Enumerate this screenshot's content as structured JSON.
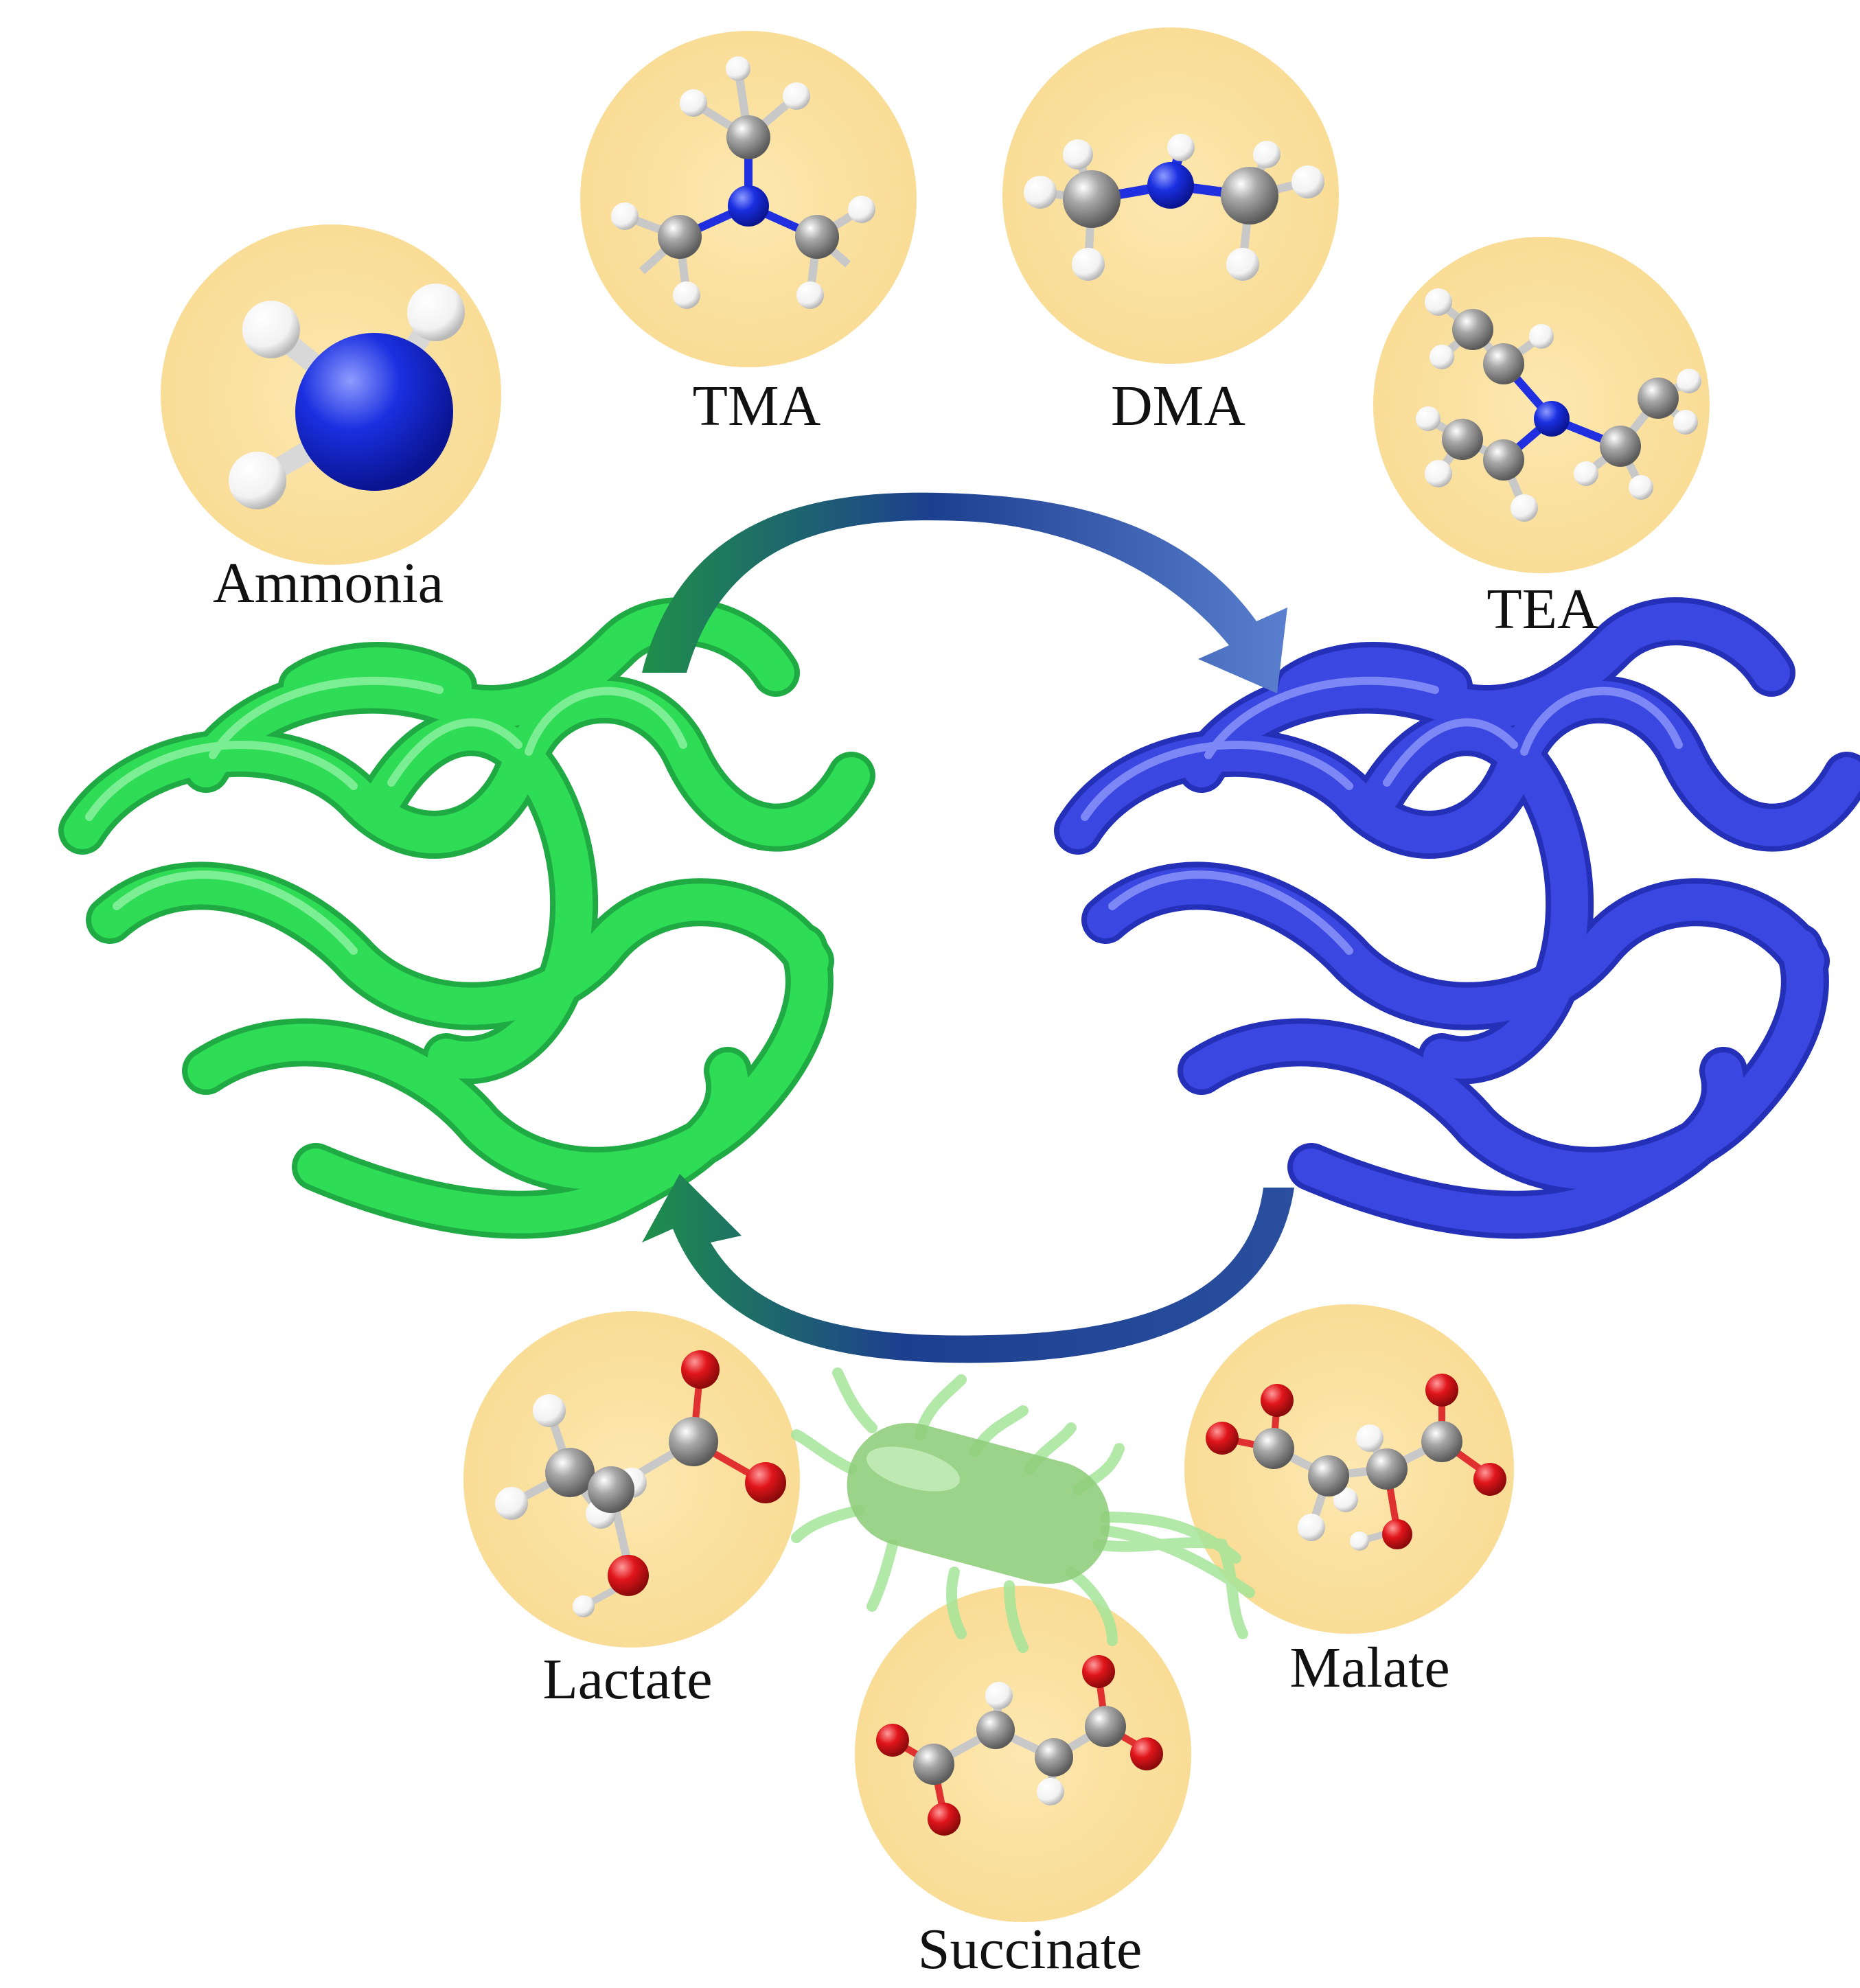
{
  "molecules": {
    "ammonia": "Ammonia",
    "tma": "TMA",
    "dma": "DMA",
    "tea": "TEA",
    "lactate": "Lactate",
    "succinate": "Succinate",
    "malate": "Malate"
  },
  "colors": {
    "circle_fill": "#fbe3a1",
    "nitrogen": "#1a2fe0",
    "carbon": "#9a9a9a",
    "hydrogen": "#ffffff",
    "oxygen": "#e0151b",
    "green_coil": "#2fdc55",
    "blue_coil": "#3a47e0",
    "arrow_dark": "#1d3f8f",
    "arrow_green": "#1f8f4a",
    "arrow_light": "#5a7fcf",
    "bacterium": "#8fce7c",
    "flagella": "#a5e59a"
  },
  "icons": [
    "ammonia-molecule-icon",
    "tma-molecule-icon",
    "dma-molecule-icon",
    "tea-molecule-icon",
    "lactate-molecule-icon",
    "succinate-molecule-icon",
    "malate-molecule-icon",
    "bacterium-icon",
    "cycle-arrow-icon"
  ]
}
